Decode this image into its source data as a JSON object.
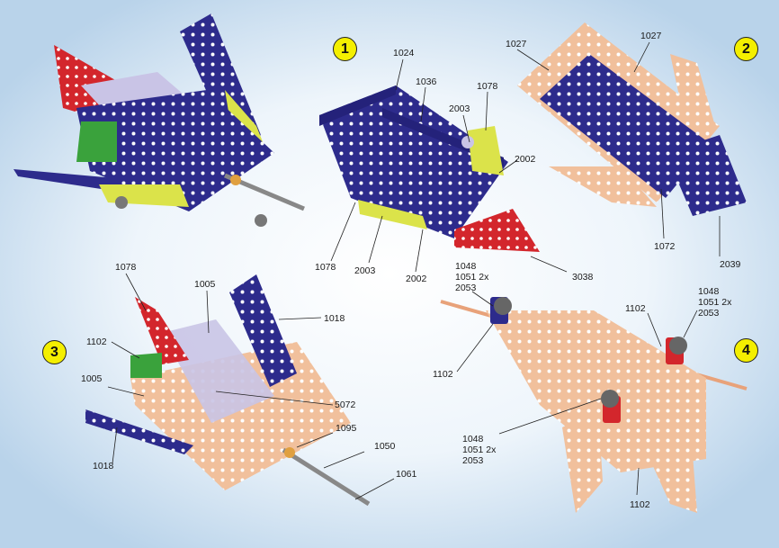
{
  "colors": {
    "background_glow": "#bcd6ec",
    "navy": "#2d2b8c",
    "red": "#d3262c",
    "lime": "#dbe34a",
    "copper": "#f1c09c",
    "lavender": "#c9c4e6",
    "green": "#3aa23c",
    "step_badge": "#f4ef00"
  },
  "steps": [
    {
      "number": "1"
    },
    {
      "number": "2"
    },
    {
      "number": "3"
    },
    {
      "number": "4"
    }
  ],
  "labels": {
    "s1_1024": "1024",
    "s1_1036": "1036",
    "s1_1078_top": "1078",
    "s1_2003_top": "2003",
    "s1_2002_right": "2002",
    "s1_1078_bottom": "1078",
    "s1_2003_bottom": "2003",
    "s1_2002_bottom": "2002",
    "s1_3038": "3038",
    "s2_1027_left": "1027",
    "s2_1027_right": "1027",
    "s2_1072": "1072",
    "s2_2039": "2039",
    "s3_1078": "1078",
    "s3_1005_top": "1005",
    "s3_1018_top": "1018",
    "s3_1102": "1102",
    "s3_1005_left": "1005",
    "s3_5072": "5072",
    "s3_1095": "1095",
    "s3_1018_bottom": "1018",
    "s3_1050": "1050",
    "s3_1061": "1061",
    "s4_top_set": "1048\n1051 2x\n2053",
    "s4_right_set": "1048\n1051 2x\n2053",
    "s4_1102_top": "1102",
    "s4_1102_left": "1102",
    "s4_bottom_set": "1048\n1051 2x\n2053",
    "s4_1102_bottom": "1102"
  }
}
